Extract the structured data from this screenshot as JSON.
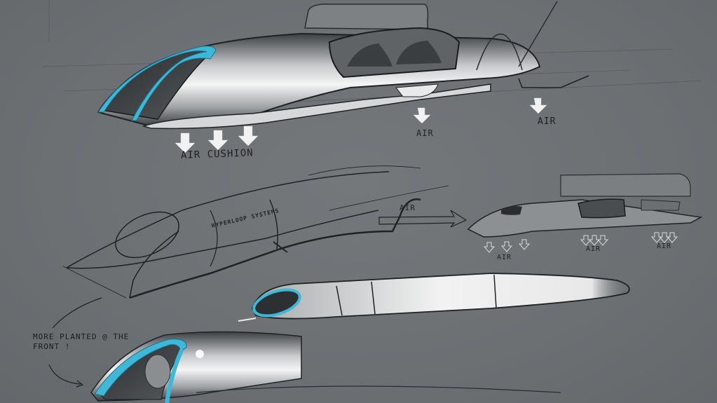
{
  "image": {
    "subject": "Hyperloop capsule concept sketches",
    "background_color": "#6e7275",
    "accent_color": "#3fb8d8"
  },
  "annotations": {
    "air_cushion": "AIR CUSHION",
    "air_top_middle": "AIR",
    "air_top_right": "AIR",
    "hull_lettering": "HYPERLOOP SYSTEMS",
    "air_inflow_arrow": "AIR",
    "air_small_left": "AIR",
    "air_small_middle": "AIR",
    "air_small_right": "AIR",
    "note": "MORE PLANTED @ THE\nFRONT !"
  },
  "sketches": [
    {
      "name": "top capsule with air cushion",
      "accent": "#3fb8d8"
    },
    {
      "name": "line-art capsule with hyperloop systems lettering"
    },
    {
      "name": "side-view capsule with air flow arrows"
    },
    {
      "name": "long side-profile capsule",
      "accent": "#3fb8d8"
    },
    {
      "name": "bottom front three-quarter capsule",
      "accent": "#3fb8d8"
    }
  ]
}
